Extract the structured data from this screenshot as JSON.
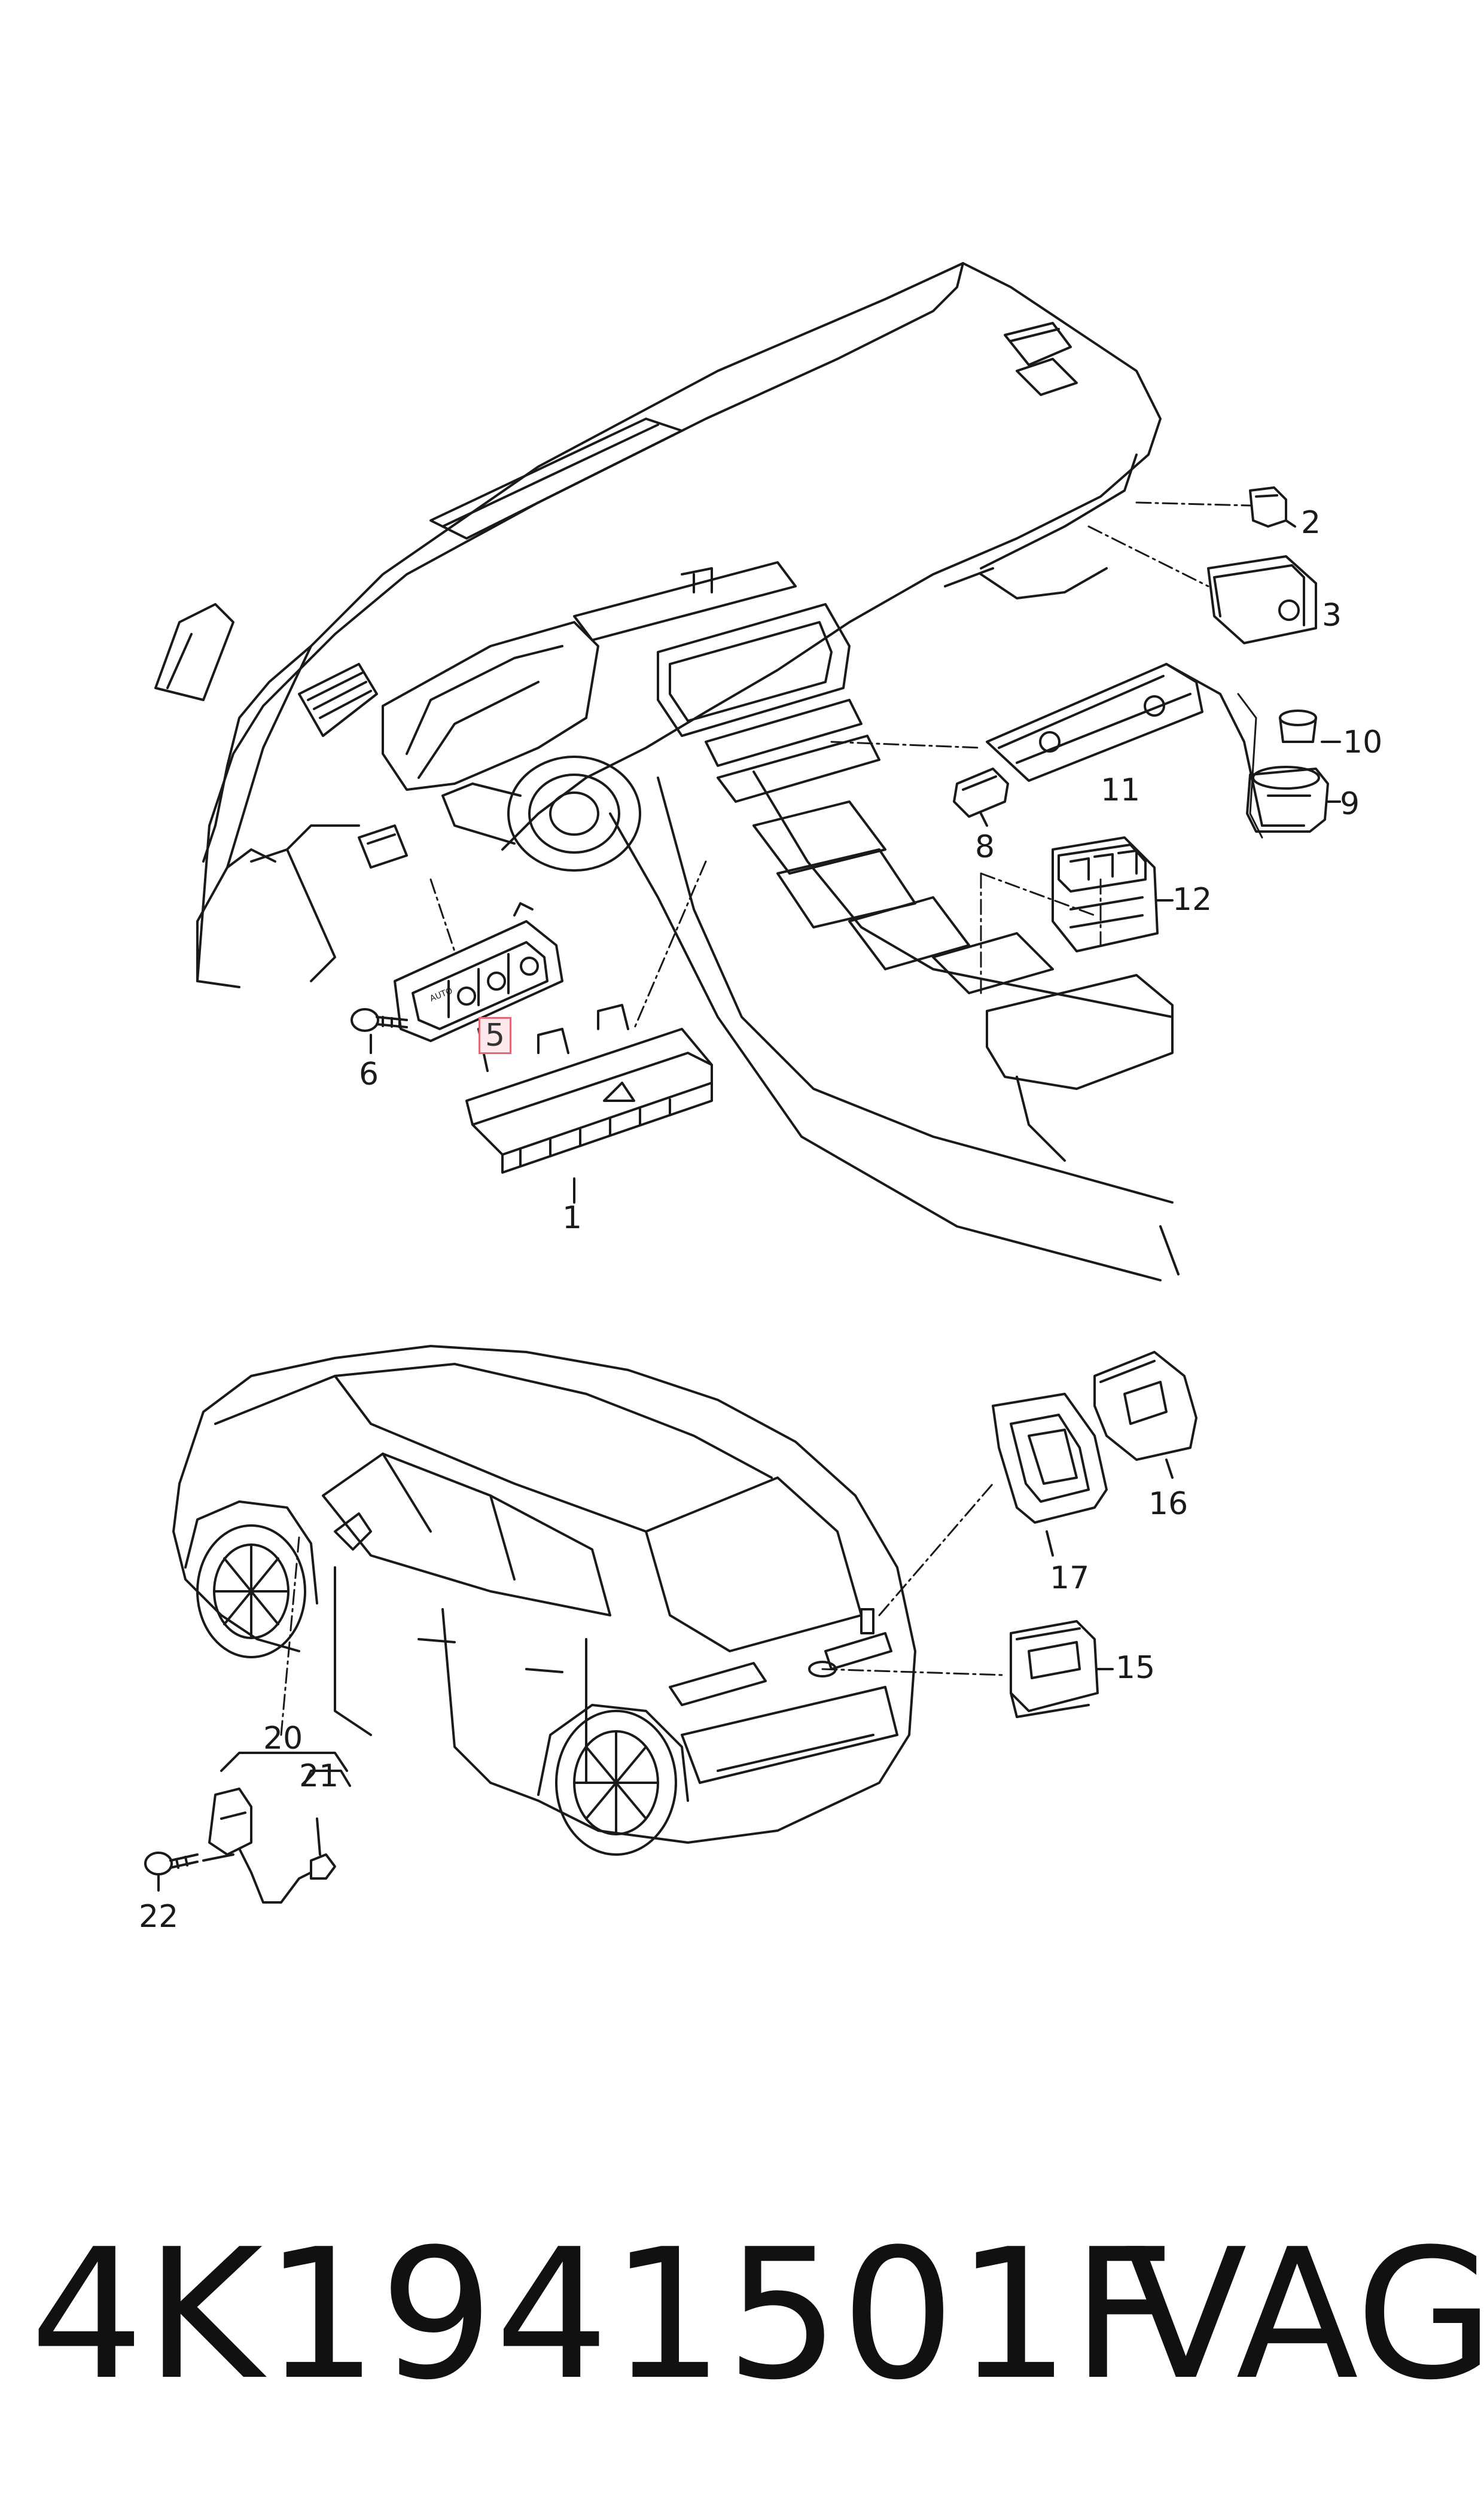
{
  "callouts": {
    "c1": "1",
    "c2": "2",
    "c3": "3",
    "c5": "5",
    "c6": "6",
    "c8": "8",
    "c9": "9",
    "c10": "10",
    "c11": "11",
    "c12": "12",
    "c15": "15",
    "c16": "16",
    "c17": "17",
    "c20": "20",
    "c21": "21",
    "c22": "22"
  },
  "footer": {
    "part_number": "4K1941501F",
    "brand": "VAG"
  },
  "switch_labels": {
    "auto": "AUTO"
  },
  "colors": {
    "line": "#1a1a1a",
    "highlight_border": "#e06a7a",
    "highlight_fill": "#fde8ec"
  }
}
